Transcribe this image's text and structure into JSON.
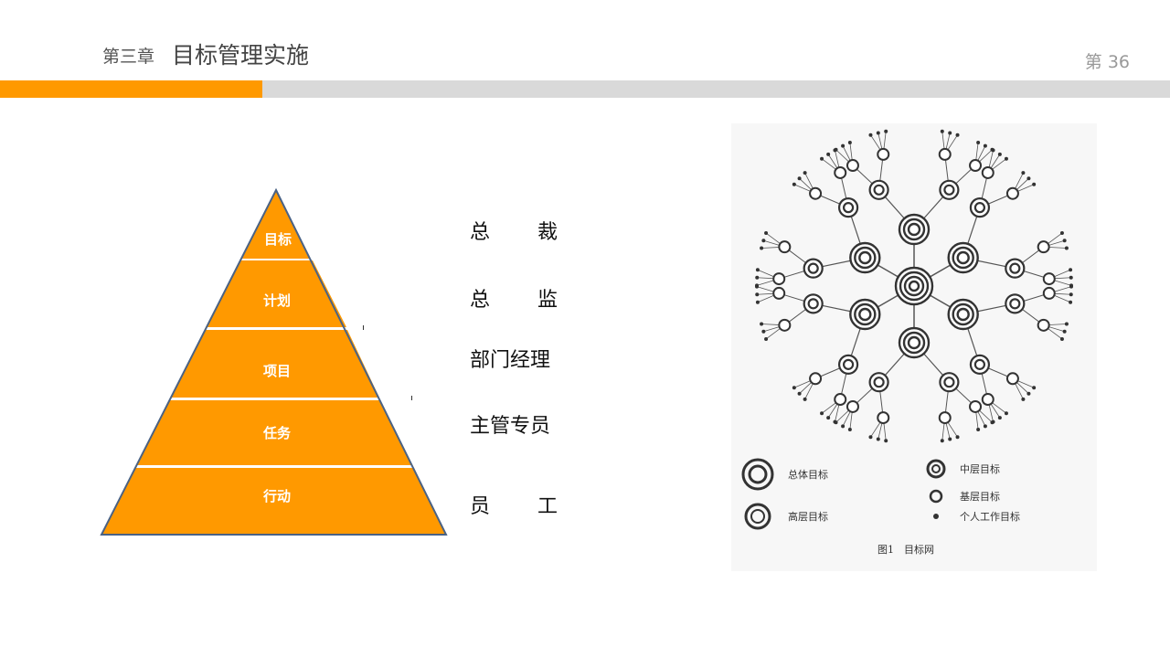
{
  "header": {
    "chapter": "第三章",
    "title": "目标管理实施",
    "page": "第 36"
  },
  "pyramid": {
    "levels": [
      "目标",
      "计划",
      "项目",
      "任务",
      "行动"
    ],
    "color": "#ff9900",
    "outline": "#4a6284"
  },
  "roles": [
    [
      "总",
      "裁"
    ],
    [
      "总",
      "监"
    ],
    [
      "部门经理"
    ],
    [
      "主管专员"
    ],
    [
      "员",
      "工"
    ]
  ],
  "figure": {
    "legend": [
      "总体目标",
      "中层目标",
      "高层目标",
      "基层目标",
      "个人工作目标"
    ],
    "caption": "图1　目标网"
  },
  "colors": {
    "accent": "#ff9900",
    "bar_gray": "#d9d9d9"
  }
}
